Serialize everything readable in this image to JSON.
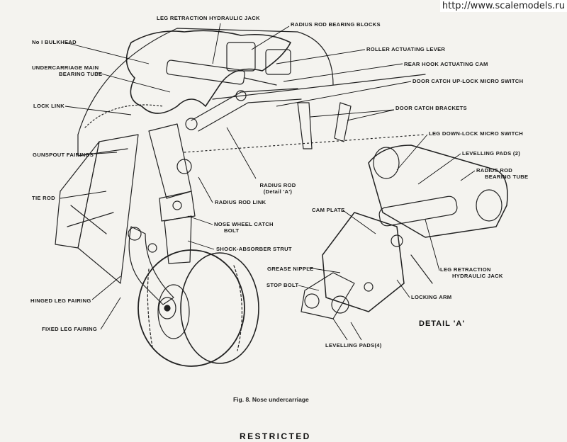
{
  "watermark": "http://www.scalemodels.ru",
  "labels": {
    "leg_retraction_jack": "LEG RETRACTION HYDRAULIC JACK",
    "radius_rod_bearing_blocks": "RADIUS ROD BEARING BLOCKS",
    "no1_bulkhead": "No I BULKHEAD",
    "roller_actuating_lever": "ROLLER ACTUATING LEVER",
    "undercarriage_main_bearing_tube_1": "UNDERCARRIAGE MAIN",
    "undercarriage_main_bearing_tube_2": "BEARING TUBE",
    "rear_hook_actuating_cam": "REAR HOOK ACTUATING CAM",
    "door_catch_uplock_micro_switch": "DOOR CATCH UP-LOCK MICRO SWITCH",
    "lock_link": "LOCK LINK",
    "door_catch_brackets": "DOOR CATCH BRACKETS",
    "leg_downlock_micro_switch": "LEG DOWN-LOCK MICRO SWITCH",
    "gunspout_fairings": "GUNSPOUT FAIRINGS",
    "levelling_pads_2": "LEVELLING PADS (2)",
    "radius_rod_bearing_tube_1": "RADIUS ROD",
    "radius_rod_bearing_tube_2": "BEARING TUBE",
    "radius_rod_detail_1": "RADIUS ROD",
    "radius_rod_detail_2": "(Detail 'A')",
    "tie_rod": "TIE ROD",
    "radius_rod_link": "RADIUS ROD LINK",
    "cam_plate": "CAM PLATE",
    "nose_wheel_catch_bolt_1": "NOSE WHEEL CATCH",
    "nose_wheel_catch_bolt_2": "BOLT",
    "shock_absorber_strut": "SHOCK-ABSORBER STRUT",
    "grease_nipple": "GREASE NIPPLE",
    "leg_retraction_jack_detail_1": "LEG RETRACTION",
    "leg_retraction_jack_detail_2": "HYDRAULIC JACK",
    "stop_bolt": "STOP BOLT",
    "locking_arm": "LOCKING ARM",
    "hinged_leg_fairing": "HINGED LEG FAIRING",
    "fixed_leg_fairing": "FIXED LEG FAIRING",
    "levelling_pads_4": "LEVELLING PADS(4)"
  },
  "detail_title": "DETAIL 'A'",
  "caption": "Fig. 8.   Nose undercarriage",
  "footer": "RESTRICTED"
}
